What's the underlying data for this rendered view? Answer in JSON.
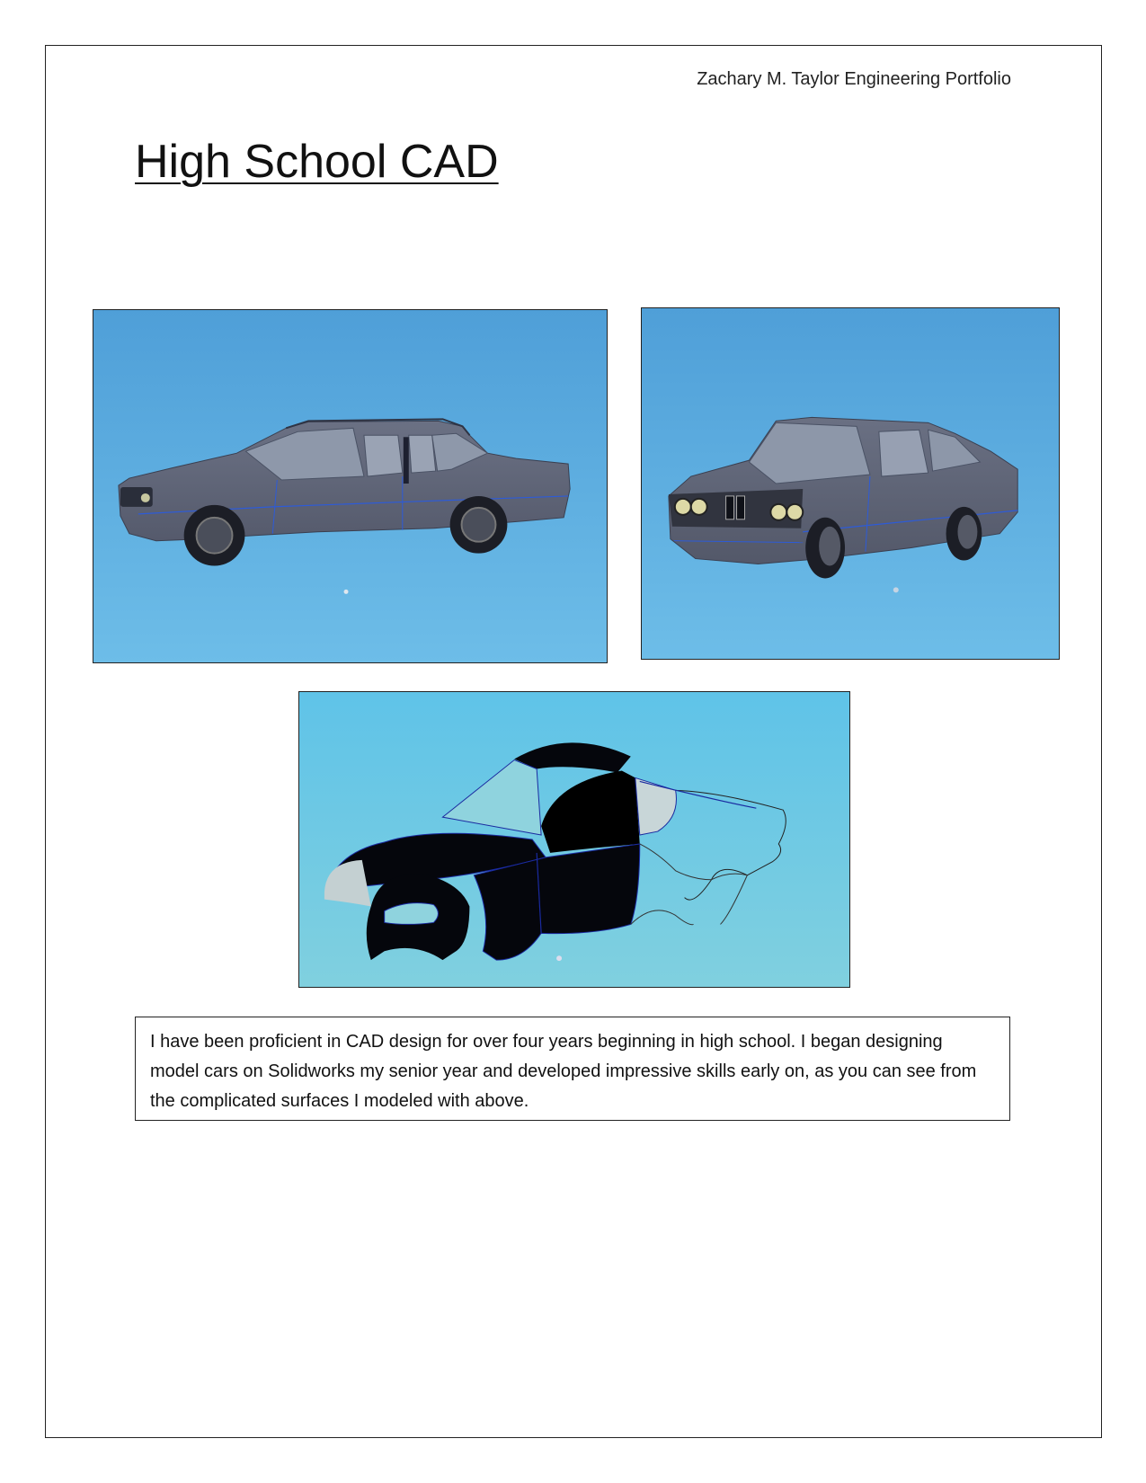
{
  "header": {
    "text": "Zachary M. Taylor Engineering Portfolio"
  },
  "title": "High School CAD",
  "figures": [
    {
      "name": "sedan side view render",
      "background": "#5aa8dc"
    },
    {
      "name": "sedan front three-quarter render",
      "background": "#5aa8dc"
    },
    {
      "name": "coupe body surface model",
      "background": "#6cc7e6"
    }
  ],
  "caption": "I have been proficient in CAD design for over four years beginning in high school.  I began designing model cars on Solidworks my senior year and developed impressive skills early on, as you can see from the complicated surfaces I modeled with above."
}
